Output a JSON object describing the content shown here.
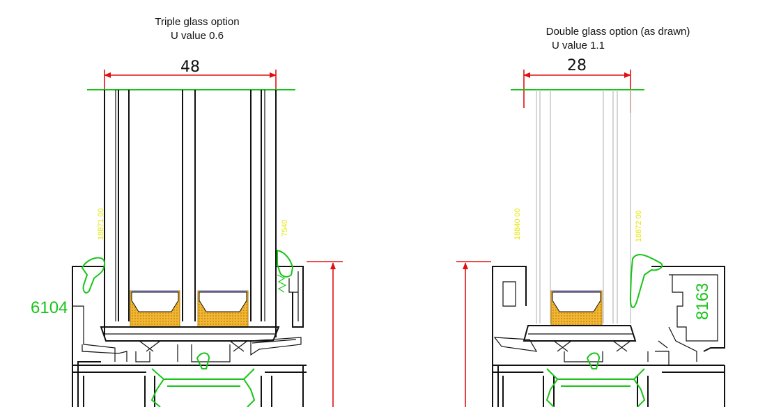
{
  "left": {
    "caption_line1": "Triple glass  option",
    "caption_line2": "U value 0.6",
    "dimension": "48",
    "code_left": "18871 00",
    "code_right": "7540",
    "code_side": "6104"
  },
  "right": {
    "caption_line1": "Double glass  option (as drawn)",
    "caption_line2": "U value 1.1",
    "dimension": "28",
    "code_left": "18840 00",
    "code_right": "18872 00",
    "code_side": "8163"
  },
  "colors": {
    "dimension_line": "#e01010",
    "datum_line": "#19c419",
    "gasket": "#19c419",
    "code_text": "#e6e600",
    "spacer_fill": "#f2b632",
    "glass_outline_left": "#111111",
    "glass_outline_right": "#c8c8c8"
  }
}
